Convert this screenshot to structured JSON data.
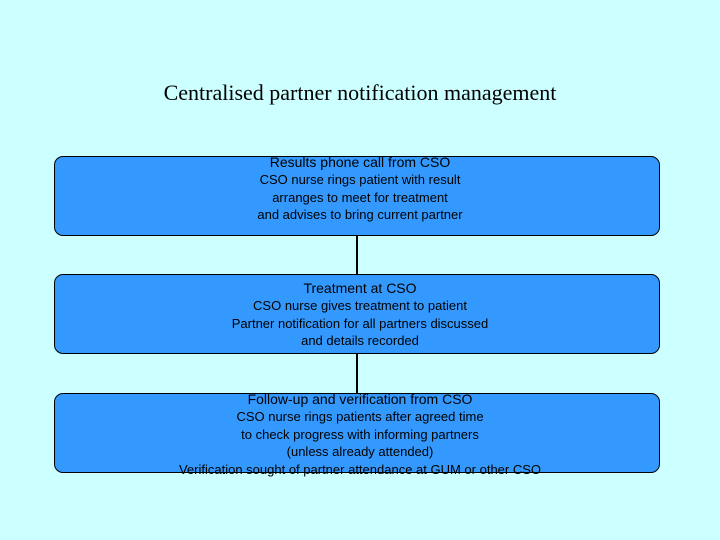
{
  "title": "Centralised partner notification management",
  "steps": [
    {
      "heading": "Results phone call from CSO",
      "lines": [
        "CSO nurse rings patient with result",
        "arranges to  meet for treatment",
        "and advises to bring current partner"
      ]
    },
    {
      "heading": "Treatment at CSO",
      "lines": [
        "CSO nurse gives treatment to patient",
        "Partner notification for all partners discussed",
        "and details recorded"
      ]
    },
    {
      "heading": "Follow-up and verification from CSO",
      "lines": [
        "CSO nurse rings patients after agreed time",
        "to check progress with informing partners",
        "(unless already attended)",
        "Verification sought of partner attendance at GUM or other CSO"
      ]
    }
  ],
  "colors": {
    "background": "#ccffff",
    "box_fill": "#3399ff"
  }
}
